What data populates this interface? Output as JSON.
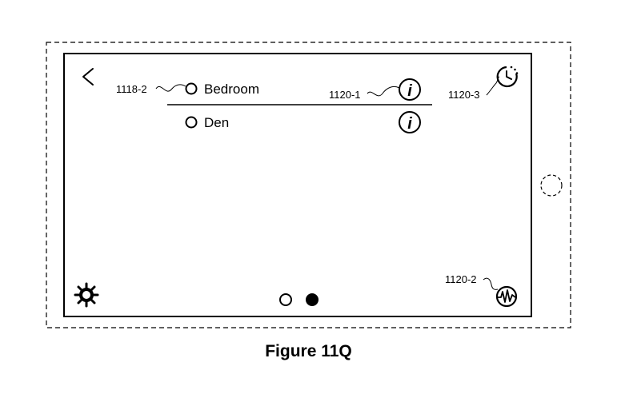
{
  "screen": {
    "rooms": [
      {
        "name": "Bedroom",
        "selected": false
      },
      {
        "name": "Den",
        "selected": false
      }
    ],
    "page_indicator": {
      "total": 2,
      "current": 2
    }
  },
  "callouts": {
    "bedroom_room": "1118-2",
    "info_button": "1120-1",
    "energy_button": "1120-2",
    "schedule_button": "1120-3"
  },
  "icons": {
    "back": "chevron-left-icon",
    "info": "info-icon",
    "schedule": "clock-icon",
    "settings": "gear-icon",
    "energy": "activity-waveform-icon",
    "home_button": "home-button"
  },
  "caption": "Figure 11Q"
}
